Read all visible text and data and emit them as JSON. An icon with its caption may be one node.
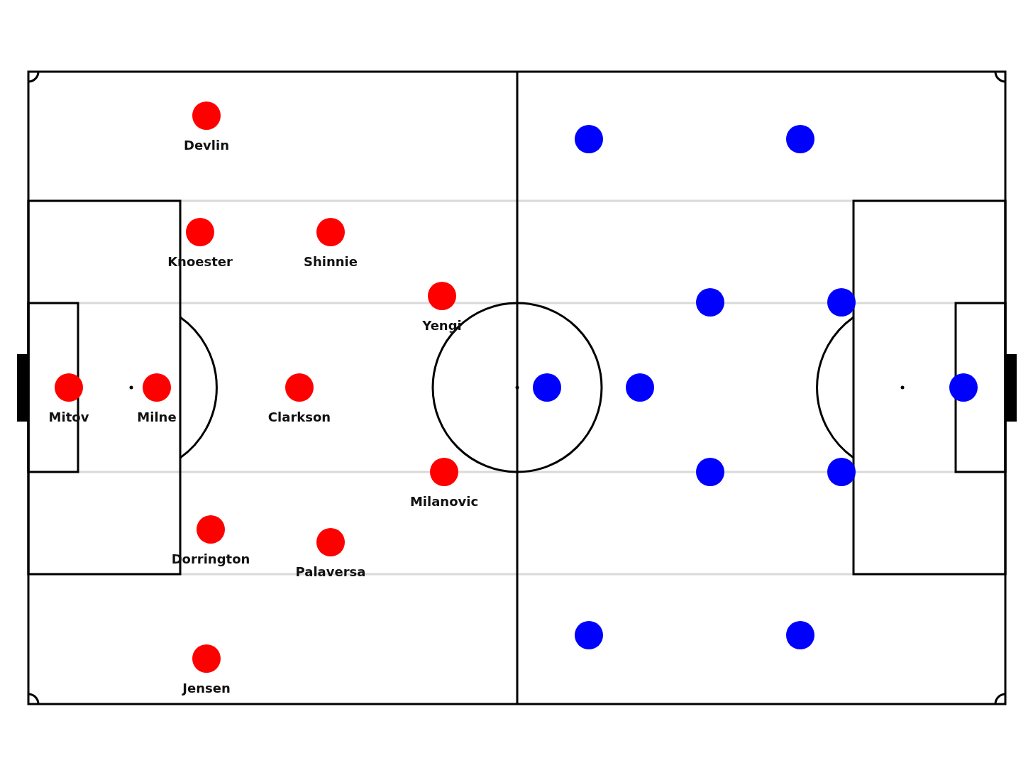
{
  "diagram": {
    "nodes": [
      {
        "text": [
          "Devlin"
        ]
      },
      {
        "text": [
          "Knoester"
        ]
      },
      {
        "text": [
          "Shinnie"
        ]
      },
      {
        "text": [
          "Yengi"
        ]
      },
      {
        "text": [
          "Mitov"
        ]
      },
      {
        "text": [
          "Milne"
        ]
      },
      {
        "text": [
          "Clarkson"
        ]
      },
      {
        "text": [
          "Milanovic"
        ]
      },
      {
        "text": [
          "Dorrington"
        ]
      },
      {
        "text": [
          "Palaversa"
        ]
      },
      {
        "text": [
          "Jensen"
        ]
      },
      {
        "text": [],
        "shape": "circle"
      },
      {
        "text": [],
        "shape": "circle"
      },
      {
        "text": [],
        "shape": "circle"
      },
      {
        "text": [],
        "shape": "circle"
      },
      {
        "text": [],
        "shape": "circle"
      },
      {
        "text": [],
        "shape": "circle"
      },
      {
        "text": [],
        "shape": "circle"
      },
      {
        "text": [],
        "shape": "circle"
      },
      {
        "text": [],
        "shape": "circle"
      },
      {
        "text": [],
        "shape": "circle"
      },
      {
        "text": [],
        "shape": "circle"
      }
    ]
  }
}
